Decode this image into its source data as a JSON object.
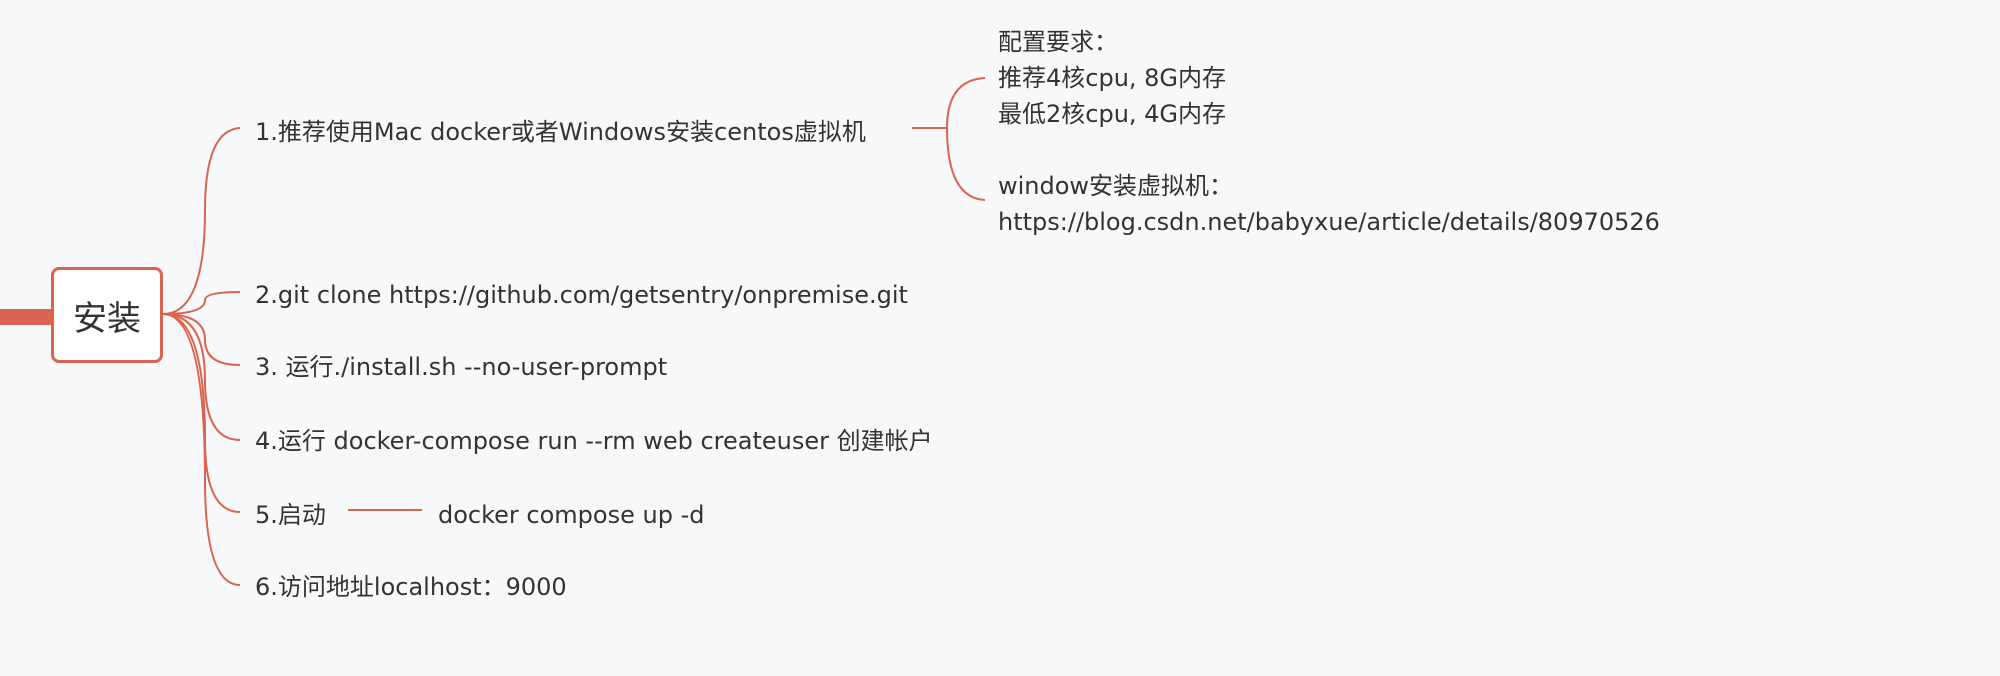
{
  "root": {
    "label": "安装"
  },
  "branches": [
    {
      "label": "1.推荐使用Mac docker或者Windows安装centos虚拟机"
    },
    {
      "label": "2.git clone https://github.com/getsentry/onpremise.git"
    },
    {
      "label": "3. 运行./install.sh --no-user-prompt"
    },
    {
      "label": "4.运行 docker-compose run --rm web createuser 创建帐户"
    },
    {
      "label": "5.启动",
      "child": "docker compose up -d"
    },
    {
      "label": "6.访问地址localhost：9000"
    }
  ],
  "note": {
    "lines": [
      "配置要求：",
      "推荐4核cpu, 8G内存",
      "最低2核cpu, 4G内存",
      "",
      "window安装虚拟机：",
      "https://blog.csdn.net/babyxue/article/details/80970526"
    ]
  },
  "colors": {
    "accent": "#d9644f",
    "background": "#f7f8fa",
    "text": "#333333"
  }
}
